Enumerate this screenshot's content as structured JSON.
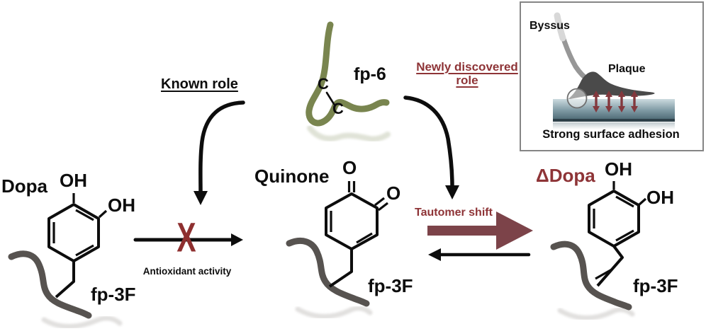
{
  "colors": {
    "ink": "#0d0d0d",
    "dark-red": "#8e3437",
    "arrow-red": "#7c4349",
    "x-red": "#8e2f2f",
    "adhesion-red": "#83383d",
    "olive": "#79854f",
    "backbone-gray": "#575350",
    "inset-border": "#858585",
    "plaque-gray": "#4a4a4a",
    "thread-gray": "#979797",
    "surface-top": "#ccdbdf",
    "surface-mid": "#7f9aa4",
    "surface-bottom": "#4f6b76"
  },
  "annotations": {
    "known_role": "Known role",
    "newly_discovered_role": "Newly discovered role",
    "antioxidant_activity": "Antioxidant activity",
    "tautomer_shift": "Tautomer shift",
    "blocked_marker": "X"
  },
  "fp6": {
    "label": "fp-6",
    "cysteine_1": "C",
    "cysteine_2": "C"
  },
  "molecules": {
    "dopa": {
      "label": "Dopa",
      "oh_top": "OH",
      "oh_side": "OH",
      "protein": "fp-3F"
    },
    "quinone": {
      "label": "Quinone",
      "o_top": "O",
      "o_side": "O",
      "protein": "fp-3F"
    },
    "delta_dopa": {
      "label": "ΔDopa",
      "oh_top": "OH",
      "oh_side": "OH",
      "protein": "fp-3F"
    }
  },
  "inset": {
    "byssus": "Byssus",
    "plaque": "Plaque",
    "caption": "Strong surface adhesion"
  }
}
